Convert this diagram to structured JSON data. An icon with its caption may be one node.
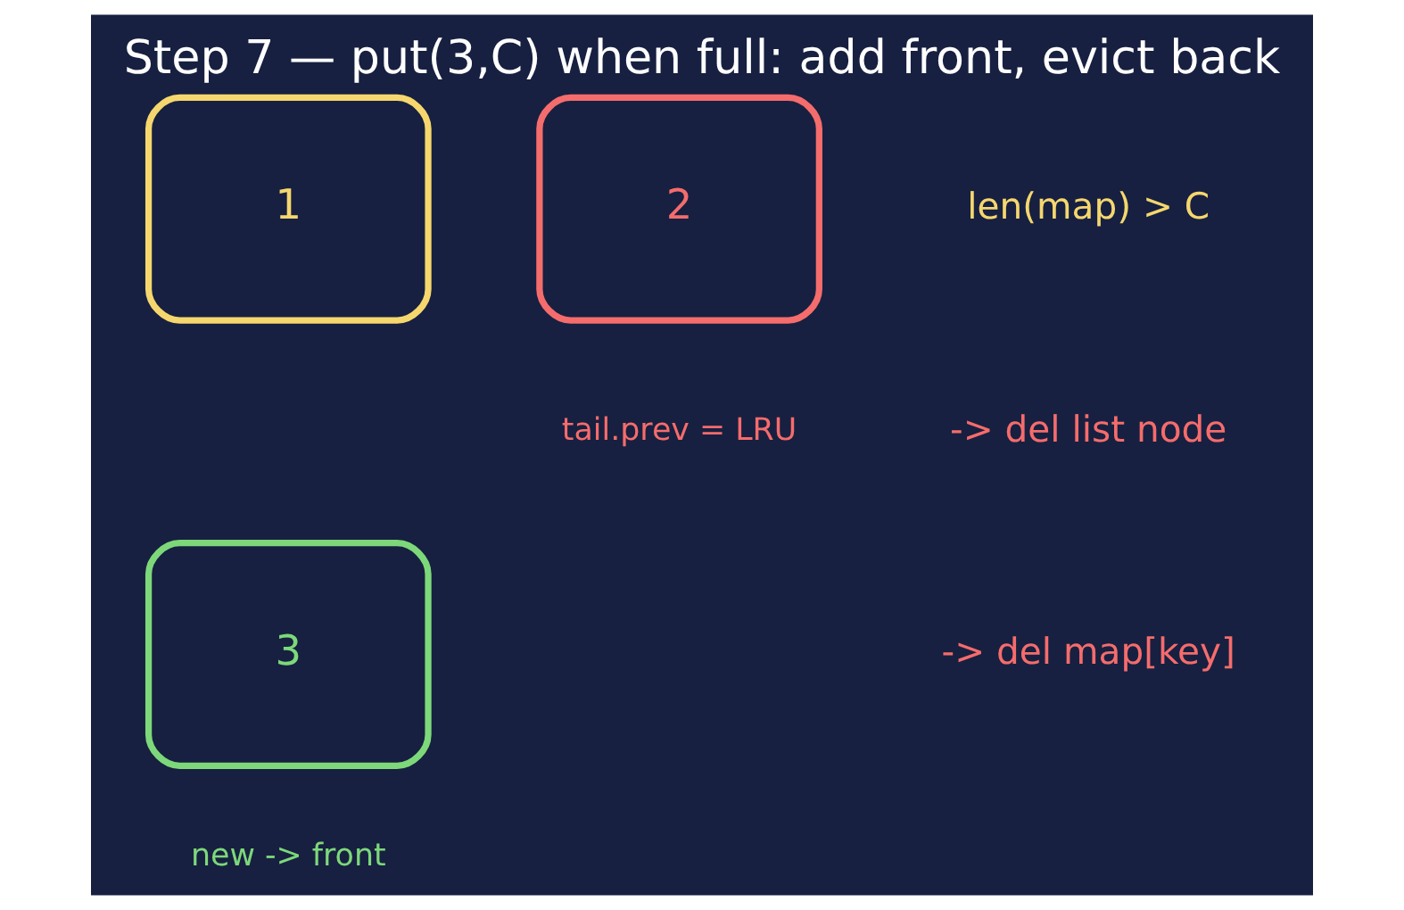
{
  "diagram": {
    "title": "Step 7 — put(3,C) when full: add front, evict back",
    "nodes": [
      {
        "text": [
          "1"
        ]
      },
      {
        "text": [
          "2"
        ],
        "beside": [
          "tail.prev = LRU"
        ]
      },
      {
        "text": [
          "3"
        ],
        "beside": [
          "new -> front"
        ]
      }
    ],
    "edges": [],
    "labels": [
      "len(map) > C",
      "-> del list node",
      "-> del map[key]"
    ]
  }
}
